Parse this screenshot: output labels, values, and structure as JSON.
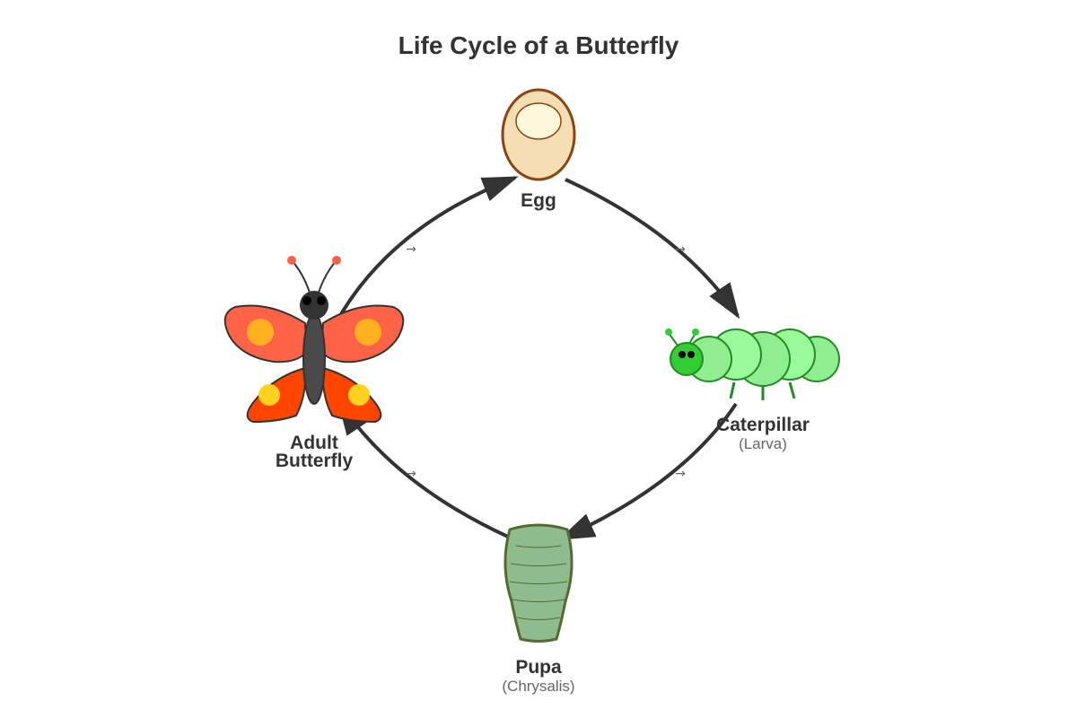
{
  "title": "Life Cycle of a Butterfly",
  "stages": {
    "egg": {
      "label": "Egg"
    },
    "caterpillar": {
      "label": "Caterpillar",
      "sublabel": "(Larva)"
    },
    "pupa": {
      "label": "Pupa",
      "sublabel": "(Chrysalis)"
    },
    "butterfly": {
      "label_line1": "Adult",
      "label_line2": "Butterfly"
    }
  },
  "arrows": {
    "glyph": "→",
    "sequence": [
      "egg",
      "caterpillar",
      "pupa",
      "butterfly",
      "egg"
    ]
  },
  "colors": {
    "text": "#333333",
    "subtext": "#666666",
    "arrow": "#333333",
    "egg_fill": "#f5deb3",
    "egg_stroke": "#8b4513",
    "egg_highlight": "#fff8dc",
    "caterpillar_body": "#90ee90",
    "caterpillar_head": "#32cd32",
    "caterpillar_stroke": "#228b22",
    "pupa_fill": "#8fbc8f",
    "pupa_stroke": "#556b2f",
    "wing_upper": "#ff6347",
    "wing_lower": "#ff4500",
    "wing_spot": "#ffb01f",
    "wing_spot_lower": "#ffd21f",
    "butterfly_body": "#4a4a4a"
  }
}
